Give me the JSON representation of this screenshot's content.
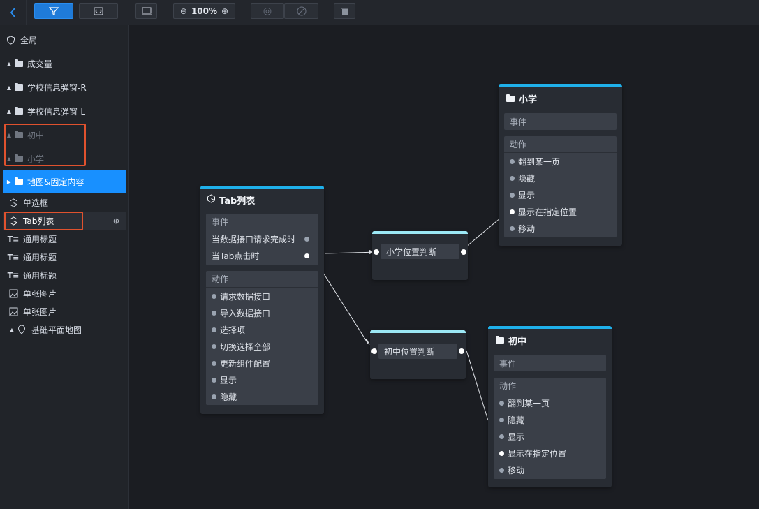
{
  "toolbar": {
    "zoom": "100%"
  },
  "sidebar": {
    "items": [
      {
        "label": "全局"
      },
      {
        "label": "成交量"
      },
      {
        "label": "学校信息弹窗-R"
      },
      {
        "label": "学校信息弹窗-L"
      },
      {
        "label": "初中"
      },
      {
        "label": "小学"
      },
      {
        "label": "地图&固定内容"
      },
      {
        "label": "单选框"
      },
      {
        "label": "Tab列表"
      },
      {
        "label": "通用标题"
      },
      {
        "label": "通用标题"
      },
      {
        "label": "通用标题"
      },
      {
        "label": "单张图片"
      },
      {
        "label": "单张图片"
      },
      {
        "label": "基础平面地图"
      }
    ]
  },
  "nodes": {
    "tab": {
      "title": "Tab列表",
      "events_label": "事件",
      "events": [
        "当数据接口请求完成时",
        "当Tab点击时"
      ],
      "actions_label": "动作",
      "actions": [
        "请求数据接口",
        "导入数据接口",
        "选择项",
        "切换选择全部",
        "更新组件配置",
        "显示",
        "隐藏"
      ]
    },
    "primary_cond": {
      "label": "小学位置判断"
    },
    "middle_cond": {
      "label": "初中位置判断"
    },
    "primary": {
      "title": "小学",
      "events_label": "事件",
      "actions_label": "动作",
      "actions": [
        "翻到某一页",
        "隐藏",
        "显示",
        "显示在指定位置",
        "移动"
      ]
    },
    "middle": {
      "title": "初中",
      "events_label": "事件",
      "actions_label": "动作",
      "actions": [
        "翻到某一页",
        "隐藏",
        "显示",
        "显示在指定位置",
        "移动"
      ]
    }
  },
  "colors": {
    "accent": "#1890ff",
    "node_header": "#1fb0ea",
    "highlight_box": "#e0522e"
  }
}
